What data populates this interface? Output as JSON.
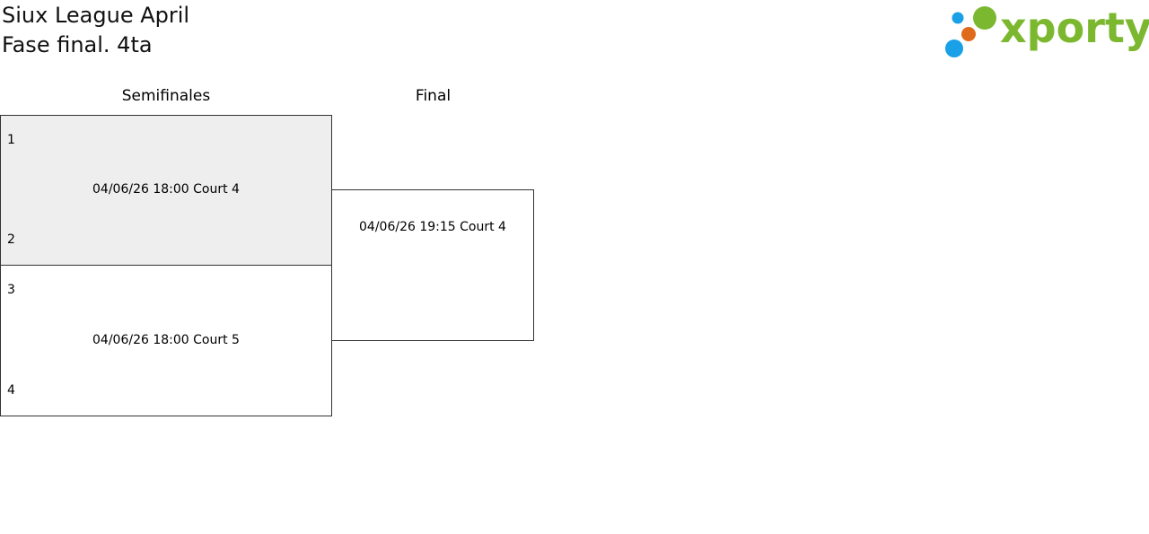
{
  "header": {
    "title": "Siux League April",
    "subtitle": "Fase final. 4ta"
  },
  "logo": {
    "text": "xporty",
    "colors": {
      "text": "#7cb82f",
      "dot_blue": "#1aa0e6",
      "dot_orange": "#e06a1b",
      "dot_green": "#7cb82f"
    }
  },
  "bracket": {
    "rounds": [
      {
        "label": "Semifinales"
      },
      {
        "label": "Final"
      }
    ],
    "semifinals": [
      {
        "seed_top": "1",
        "seed_bottom": "2",
        "info": "04/06/26 18:00 Court 4",
        "highlighted": true
      },
      {
        "seed_top": "3",
        "seed_bottom": "4",
        "info": "04/06/26 18:00 Court 5",
        "highlighted": false
      }
    ],
    "final": {
      "info": "04/06/26 19:15 Court 4"
    }
  },
  "colors": {
    "highlight_bg": "#eeeeee",
    "border": "#333333"
  }
}
